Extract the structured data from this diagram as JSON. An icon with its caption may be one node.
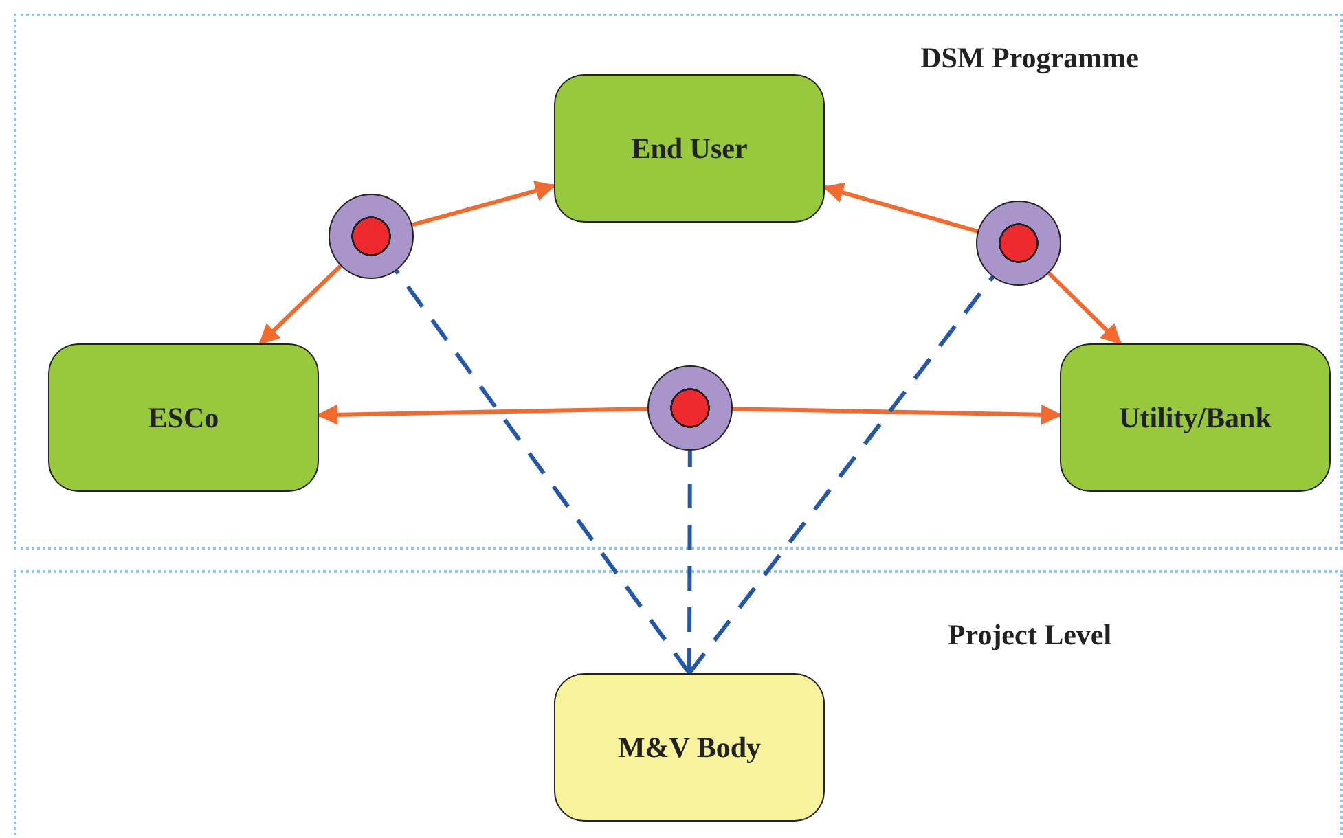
{
  "diagram": {
    "nodes": [
      {
        "text": [
          "DSM Programme"
        ]
      },
      {
        "text": [
          "End User"
        ],
        "in": 0
      },
      {
        "text": [
          "ESCo"
        ],
        "in": 0
      },
      {
        "text": [
          "Utility/Bank"
        ],
        "in": 0
      },
      {
        "text": [],
        "shape": "circle",
        "in": 0
      },
      {
        "text": [],
        "shape": "circle",
        "in": 0
      },
      {
        "text": [],
        "shape": "circle",
        "in": 0
      },
      {
        "text": [
          "Project Level"
        ]
      },
      {
        "text": [
          "M&V Body"
        ],
        "in": 7
      }
    ],
    "edges": [
      {
        "from": 4,
        "to": 1,
        "arrow": "to"
      },
      {
        "from": 4,
        "to": 2,
        "arrow": "to"
      },
      {
        "from": 5,
        "to": 1,
        "arrow": "to"
      },
      {
        "from": 5,
        "to": 3,
        "arrow": "to"
      },
      {
        "from": 6,
        "to": 2,
        "arrow": "to"
      },
      {
        "from": 6,
        "to": 3,
        "arrow": "to"
      },
      {
        "from": 8,
        "to": 4,
        "arrow": "none",
        "style": "dashed",
        "color": "#2457a8"
      },
      {
        "from": 8,
        "to": 6,
        "arrow": "none",
        "style": "dashed",
        "color": "#2457a8"
      },
      {
        "from": 8,
        "to": 5,
        "arrow": "none",
        "style": "dashed",
        "color": "#2457a8"
      }
    ]
  }
}
